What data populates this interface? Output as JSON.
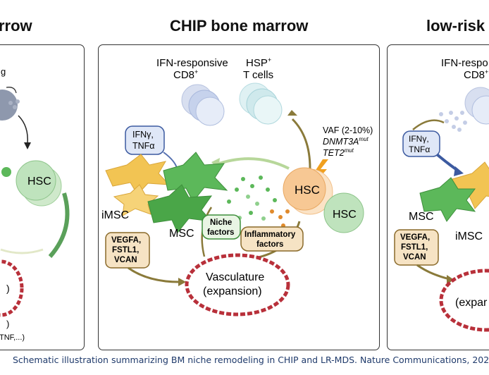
{
  "titles": {
    "left": "rrow",
    "center": "CHIP bone marrow",
    "right": "low-risk"
  },
  "left_panel": {
    "top_label": "g",
    "hsc": "HSC",
    "bottom_line1": ")",
    "bottom_line2": "TNF,...)"
  },
  "center_panel": {
    "ifn_cd8_line1": "IFN-responsive",
    "ifn_cd8_line2": "CD8",
    "ifn_cd8_sup": "+",
    "hsp_line1": "HSP",
    "hsp_sup": "+",
    "hsp_line2": "T cells",
    "ifn_box_line1": "IFNγ,",
    "ifn_box_line2": "TNFα",
    "vaf": "VAF (2-10%)",
    "dnmt3a": "DNMT3A",
    "tet2": "TET2",
    "mut": "mut",
    "hsc_main": "HSC",
    "hsc_small": "HSC",
    "imsc": "iMSC",
    "msc": "MSC",
    "niche_line1": "Niche",
    "niche_line2": "factors",
    "inflam_line1": "Inflammatory",
    "inflam_line2": "factors",
    "vegfa_line1": "VEGFA,",
    "vegfa_line2": "FSTL1,",
    "vegfa_line3": "VCAN",
    "vasc_line1": "Vasculature",
    "vasc_line2": "(expansion)"
  },
  "right_panel": {
    "ifn_cd8_line1": "IFN-respo",
    "ifn_cd8_line2": "CD8",
    "ifn_cd8_sup": "+",
    "ifn_box_line1": "IFNγ,",
    "ifn_box_line2": "TNFα",
    "msc": "MSC",
    "imsc": "iMSC",
    "vegfa_line1": "VEGFA,",
    "vegfa_line2": "FSTL1,",
    "vegfa_line3": "VCAN",
    "vasc": "(expar"
  },
  "caption": "Schematic illustration summarizing BM niche remodeling in CHIP and LR-MDS. Nature Communications, 202",
  "colors": {
    "hsc_orange": "#f7c894",
    "hsc_green": "#bfe3bd",
    "tcell_blue": "#c6d2ec",
    "hsp_teal": "#cfe9ec",
    "msc_green": "#5cb85a",
    "imsc_yellow": "#f2c453",
    "vessel_red": "#b8303a",
    "box_tan": "#f6e3c4",
    "arrow_olive": "#8a7a3a",
    "ifn_box_blue": "#dfe7f7"
  }
}
